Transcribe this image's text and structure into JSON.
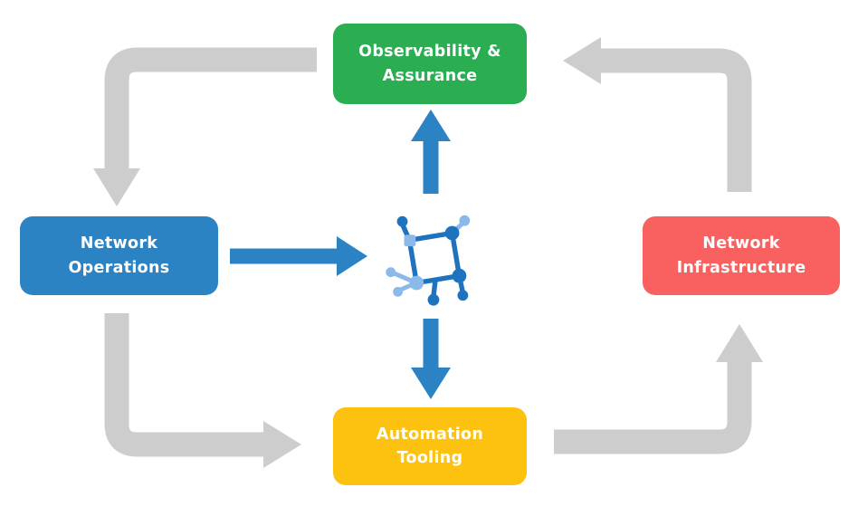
{
  "diagram": {
    "nodes": {
      "observability": {
        "label": "Observability &\nAssurance",
        "color": "#2bad52"
      },
      "operations": {
        "label": "Network\nOperations",
        "color": "#2b83c4"
      },
      "infrastructure": {
        "label": "Network\nInfrastructure",
        "color": "#f96060"
      },
      "automation": {
        "label": "Automation\nTooling",
        "color": "#fdc110"
      }
    },
    "center_icon": "network-topology-icon",
    "colors": {
      "cycle_arrow": "#cdcdcd",
      "flow_arrow": "#2b83c4",
      "icon_dark": "#1e73be",
      "icon_light": "#8ab9ea",
      "label_text": "#ffffff",
      "background": "#ffffff"
    }
  }
}
